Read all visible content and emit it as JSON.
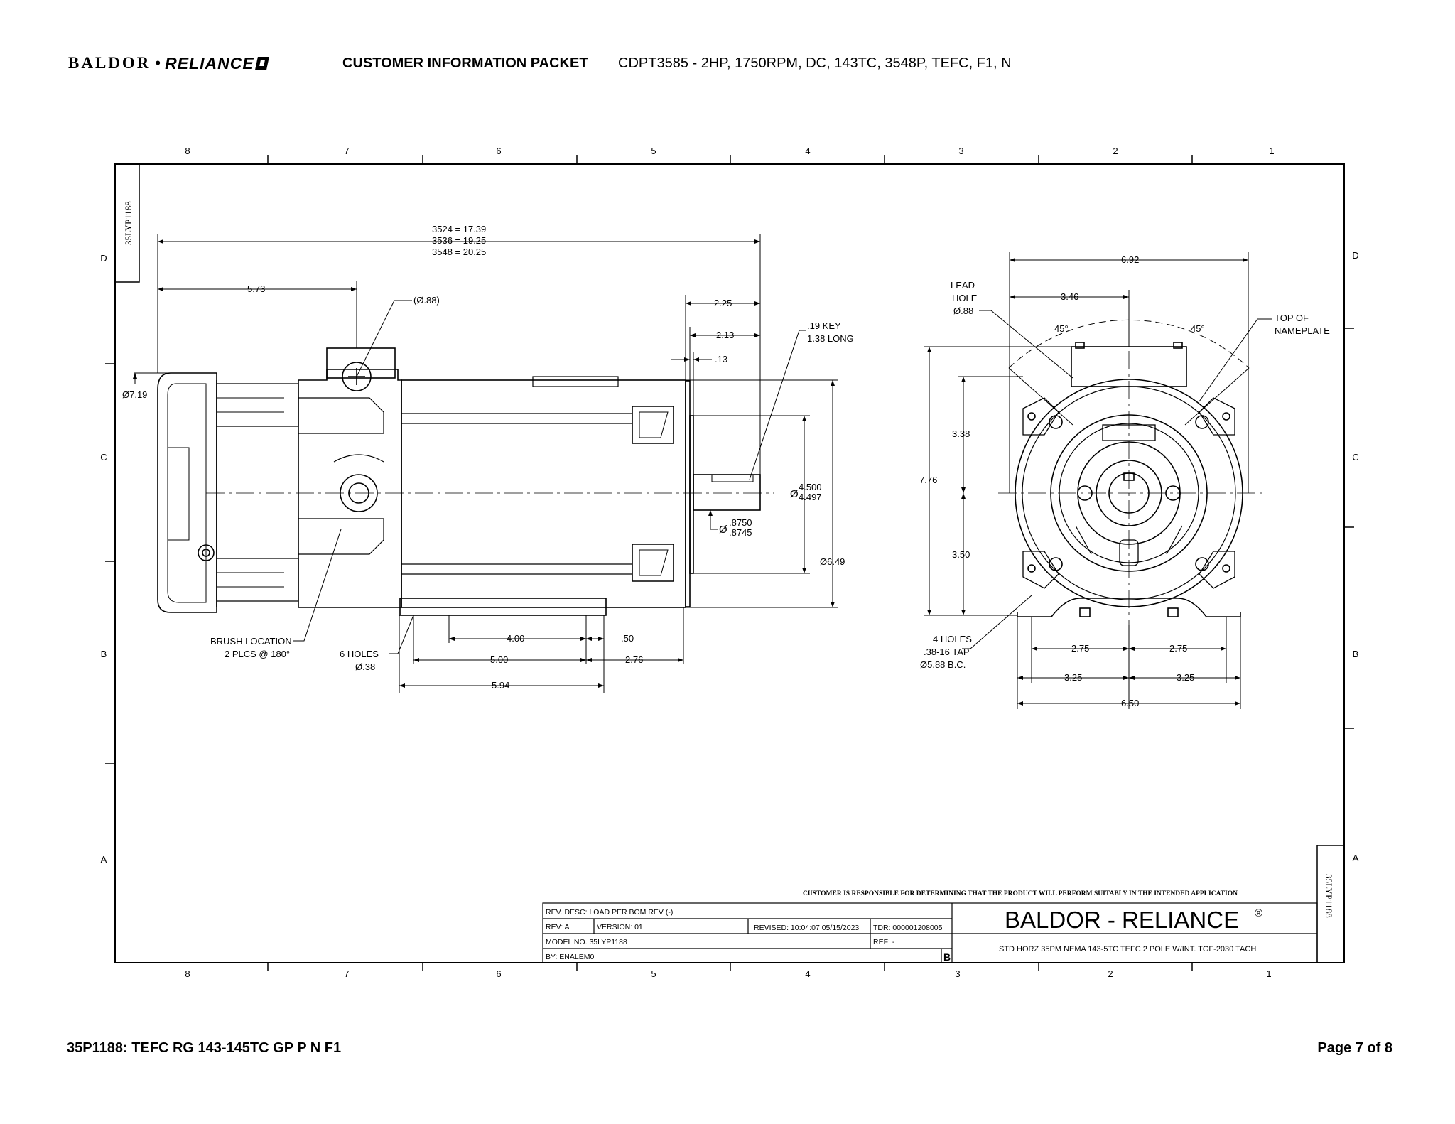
{
  "header": {
    "logo_left": "BALDOR",
    "logo_dot": "•",
    "logo_right": "RELIANCE",
    "title": "CUSTOMER INFORMATION PACKET",
    "description": "CDPT3585 - 2HP, 1750RPM, DC, 143TC, 3548P, TEFC, F1, N"
  },
  "drawing": {
    "grid_cols": [
      "8",
      "7",
      "6",
      "5",
      "4",
      "3",
      "2",
      "1"
    ],
    "grid_rows": [
      "D",
      "C",
      "B",
      "A"
    ],
    "drawing_id": "35LYP1188",
    "side_view": {
      "length_line1": "3524 = 17.39",
      "length_line2": "3536 = 19.25",
      "length_line3": "3548 = 20.25",
      "dim_5_73": "5.73",
      "conduit": "(Ø.88)",
      "dim_2_25": "2.25",
      "dim_2_13": "2.13",
      "dim_0_13": ".13",
      "key_line1": ".19 KEY",
      "key_line2": "1.38 LONG",
      "dia_7_19": "Ø7.19",
      "pilot_prefix": "Ø",
      "pilot_top": "4.500",
      "pilot_bot": "4.497",
      "shaft_prefix": "Ø",
      "shaft_top": ".8750",
      "shaft_bot": ".8745",
      "dia_6_49": "Ø6.49",
      "dim_4_00": "4.00",
      "dim_0_50": ".50",
      "dim_5_00": "5.00",
      "dim_2_76": "2.76",
      "dim_5_94": "5.94",
      "brush_line1": "BRUSH LOCATION",
      "brush_line2": "2 PLCS @ 180°",
      "holes_line1": "6 HOLES",
      "holes_line2": "Ø.38"
    },
    "end_view": {
      "dim_6_92": "6.92",
      "dim_3_46": "3.46",
      "lead_line1": "LEAD",
      "lead_line2": "HOLE",
      "lead_line3": "Ø.88",
      "angle_left": "45°",
      "angle_right": "45°",
      "top_line1": "TOP OF",
      "top_line2": "NAMEPLATE",
      "dim_7_76": "7.76",
      "dim_3_38": "3.38",
      "dim_3_50": "3.50",
      "holes4_line1": "4 HOLES",
      "holes4_line2": ".38-16 TAP",
      "holes4_line3": "Ø5.88 B.C.",
      "dim_2_75_l": "2.75",
      "dim_2_75_r": "2.75",
      "dim_3_25_l": "3.25",
      "dim_3_25_r": "3.25",
      "dim_6_50": "6.50"
    },
    "title_block": {
      "disclaimer": "CUSTOMER IS RESPONSIBLE FOR DETERMINING THAT THE PRODUCT WILL PERFORM SUITABLY IN THE INTENDED APPLICATION",
      "rev_desc": "REV. DESC: LOAD PER BOM REV (-)",
      "rev": "REV:  A",
      "version": "VERSION:  01",
      "revised": "REVISED:  10:04:07 05/15/2023",
      "tdr": "TDR:  000001208005",
      "model": "MODEL NO.   35LYP1188",
      "ref": "REF:  -",
      "by": "BY: ENALEM0",
      "size": "B",
      "company": "BALDOR - RELIANCE",
      "reg": "®",
      "description": "STD HORZ 35PM NEMA 143-5TC TEFC 2 POLE W/INT. TGF-2030 TACH"
    }
  },
  "footer": {
    "left": "35P1188: TEFC RG 143-145TC GP P N F1",
    "right": "Page 7 of 8"
  }
}
